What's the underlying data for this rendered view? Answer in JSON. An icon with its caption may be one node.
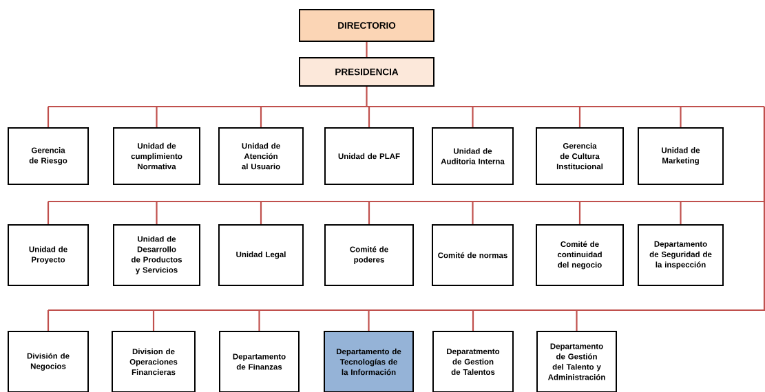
{
  "diagram": {
    "nodes": [
      {
        "text": [
          "DIRECTORIO"
        ]
      },
      {
        "text": [
          "PRESIDENCIA"
        ]
      },
      {
        "text": [
          "Gerencia de Riesgo"
        ]
      },
      {
        "text": [
          "Unidad de cumplimiento Normativa"
        ]
      },
      {
        "text": [
          "Unidad de Atención al Usuario"
        ]
      },
      {
        "text": [
          "Unidad de PLAF"
        ]
      },
      {
        "text": [
          "Unidad de Auditoria Interna"
        ]
      },
      {
        "text": [
          "Gerencia de Cultura Institucional"
        ]
      },
      {
        "text": [
          "Unidad de Marketing"
        ]
      },
      {
        "text": [
          "Unidad de Proyecto"
        ]
      },
      {
        "text": [
          "Unidad de Desarrollo de Productos y Servicios"
        ]
      },
      {
        "text": [
          "Unidad Legal"
        ]
      },
      {
        "text": [
          "Comité de poderes"
        ]
      },
      {
        "text": [
          "Comité de normas"
        ]
      },
      {
        "text": [
          "Comité de continuidad del negocio"
        ]
      },
      {
        "text": [
          "Departamento de Seguridad de la inspección"
        ]
      },
      {
        "text": [
          "División de Negocios"
        ]
      },
      {
        "text": [
          "Division de Operaciones Financieras"
        ]
      },
      {
        "text": [
          "Departamento de Finanzas"
        ]
      },
      {
        "text": [
          "Departamento de Tecnologías de la Información"
        ]
      },
      {
        "text": [
          "Deparatmento de Gestion de Talentos"
        ]
      },
      {
        "text": [
          "Departamento de Gestión del Talento y Administración"
        ]
      }
    ],
    "edges": [
      {
        "from": 0,
        "to": 1,
        "arrow": "none"
      },
      {
        "from": 1,
        "to": 2,
        "arrow": "none"
      },
      {
        "from": 1,
        "to": 3,
        "arrow": "none"
      },
      {
        "from": 1,
        "to": 4,
        "arrow": "none"
      },
      {
        "from": 1,
        "to": 5,
        "arrow": "none"
      },
      {
        "from": 1,
        "to": 6,
        "arrow": "none"
      },
      {
        "from": 1,
        "to": 7,
        "arrow": "none"
      },
      {
        "from": 1,
        "to": 8,
        "arrow": "none"
      },
      {
        "from": 1,
        "to": 9,
        "arrow": "none"
      },
      {
        "from": 1,
        "to": 10,
        "arrow": "none"
      },
      {
        "from": 1,
        "to": 11,
        "arrow": "none"
      },
      {
        "from": 1,
        "to": 12,
        "arrow": "none"
      },
      {
        "from": 1,
        "to": 13,
        "arrow": "none"
      },
      {
        "from": 1,
        "to": 14,
        "arrow": "none"
      },
      {
        "from": 1,
        "to": 15,
        "arrow": "none"
      },
      {
        "from": 1,
        "to": 16,
        "arrow": "none"
      },
      {
        "from": 1,
        "to": 17,
        "arrow": "none"
      },
      {
        "from": 1,
        "to": 18,
        "arrow": "none"
      },
      {
        "from": 1,
        "to": 19,
        "arrow": "none"
      },
      {
        "from": 1,
        "to": 20,
        "arrow": "none"
      },
      {
        "from": 1,
        "to": 21,
        "arrow": "none"
      }
    ]
  }
}
